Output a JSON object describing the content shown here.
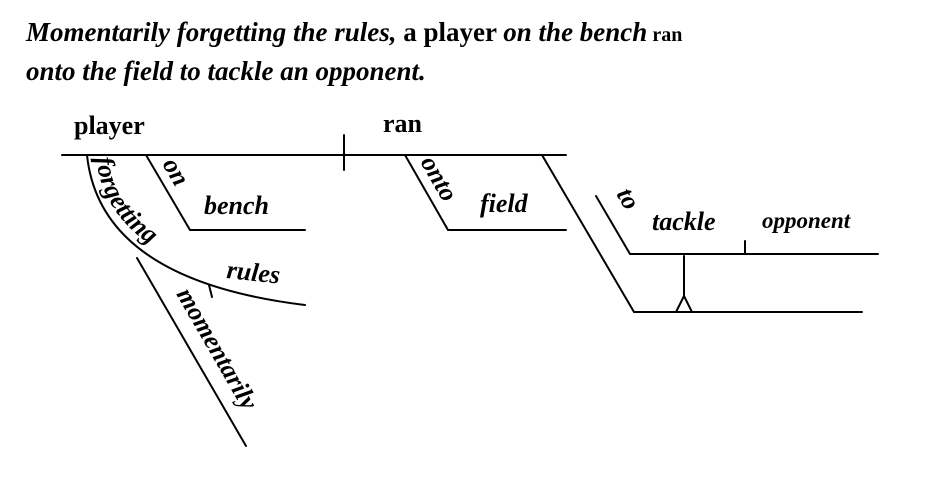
{
  "sentence": {
    "part1": "Momentarily forgetting the rules,",
    "part2": " a player ",
    "part3": "on the bench",
    "part4": " ran",
    "part5": "onto the field to tackle an opponent."
  },
  "diagram": {
    "subject": "player",
    "verb": "ran",
    "subject_modifier_prep": "on",
    "subject_modifier_object": "bench",
    "participle": "forgetting",
    "participle_object": "rules",
    "participle_adverb": "momentarily",
    "verb_prep": "onto",
    "verb_prep_object": "field",
    "infinitive_prep": "to",
    "infinitive_verb": "tackle",
    "infinitive_object": "opponent"
  }
}
